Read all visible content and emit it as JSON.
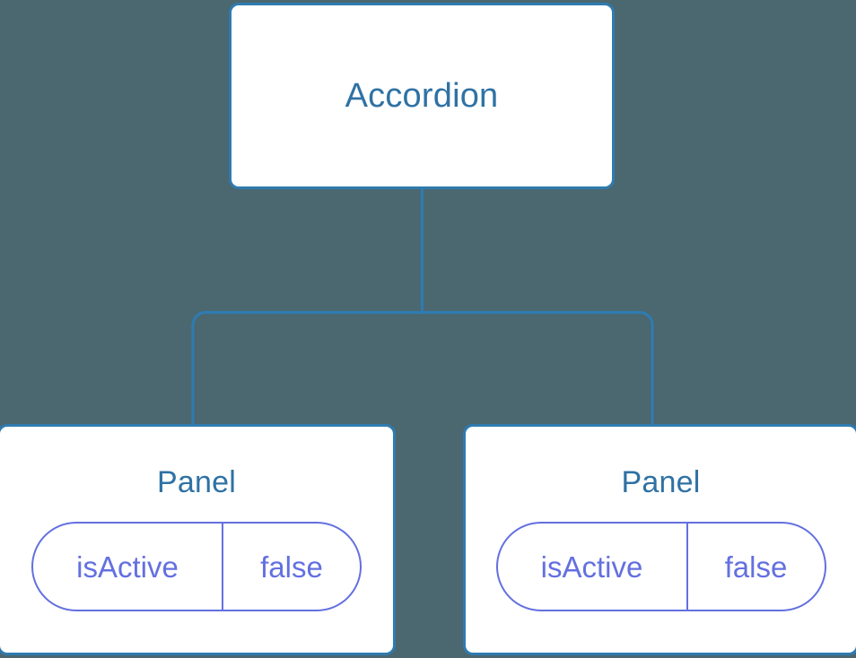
{
  "diagram": {
    "type": "component-tree",
    "background_color": "#4b6770",
    "edge_color": "#2f7bb0",
    "node_border_color": "#2f7bb0",
    "node_fill_color": "#ffffff",
    "node_title_color": "#2f72a4",
    "prop_color": "#6470e0",
    "root": {
      "id": "accordion",
      "title": "Accordion"
    },
    "children": [
      {
        "id": "panel-left",
        "title": "Panel",
        "props": [
          {
            "key": "isActive",
            "value": "false"
          }
        ]
      },
      {
        "id": "panel-right",
        "title": "Panel",
        "props": [
          {
            "key": "isActive",
            "value": "false"
          }
        ]
      }
    ]
  }
}
